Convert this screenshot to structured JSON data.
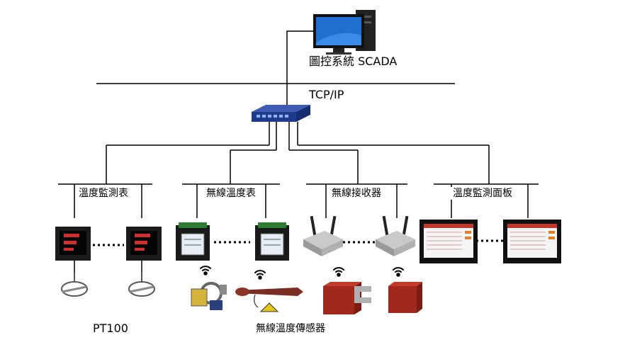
{
  "top": {
    "scada_label": "圖控系統 SCADA",
    "network_label": "TCP/IP"
  },
  "groups": [
    {
      "label": "溫度監測表"
    },
    {
      "label": "無線溫度表"
    },
    {
      "label": "無線接收器"
    },
    {
      "label": "溫度監測面板"
    }
  ],
  "bottom": {
    "pt100_label": "PT100",
    "sensor_label": "無線溫度傳感器"
  },
  "colors": {
    "line": "#000000",
    "switch": "#1e3a8a",
    "monitor": "#1f4e9e",
    "sensor_red": "#a0281c",
    "meter_green": "#2e7d32"
  }
}
